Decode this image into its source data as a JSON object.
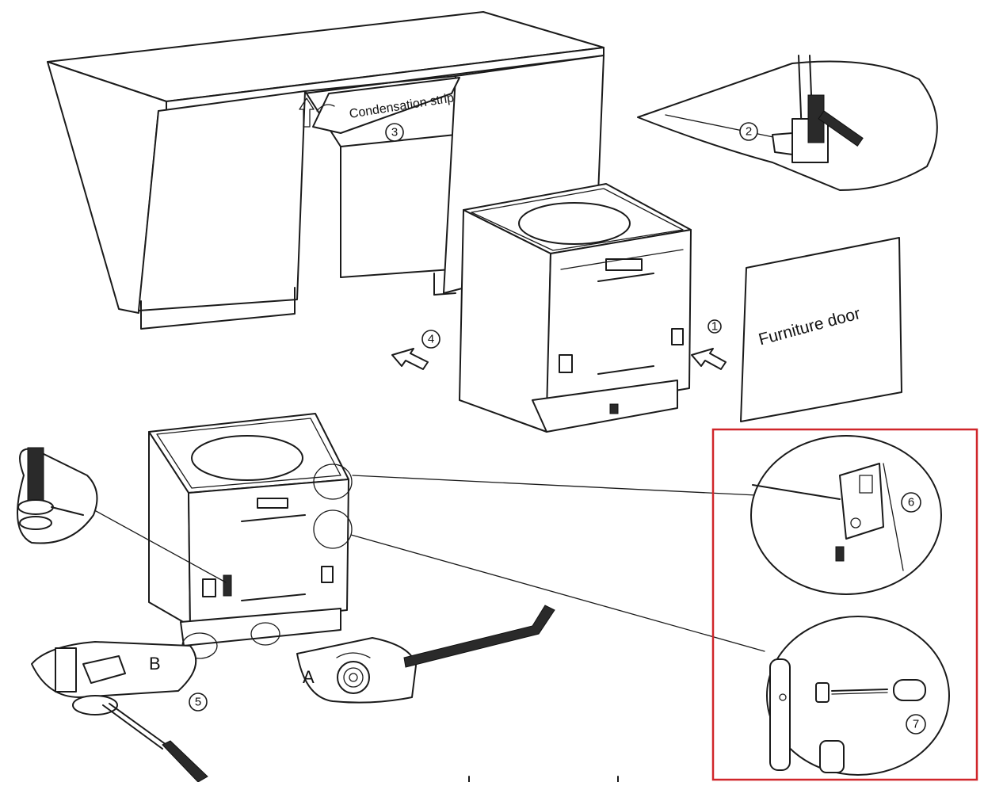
{
  "labels": {
    "condensation_strip": "Condensation strip",
    "furniture_door": "Furniture door",
    "detail_a": "A",
    "detail_b": "B"
  },
  "steps": {
    "s1": "1",
    "s2": "2",
    "s3": "3",
    "s4": "4",
    "s5": "5",
    "s6": "6",
    "s7": "7"
  },
  "colors": {
    "line": "#1a1a1a",
    "highlight": "#d0262a",
    "background": "#ffffff"
  }
}
